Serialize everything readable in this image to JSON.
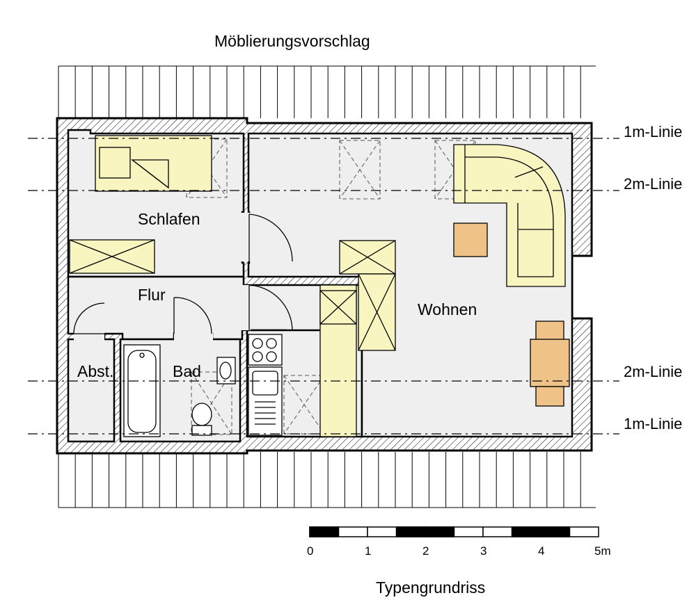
{
  "title": "Möblierungsvorschlag",
  "subtitle": "Typengrundriss",
  "rooms": {
    "schlafen": "Schlafen",
    "flur": "Flur",
    "wohnen": "Wohnen",
    "abst": "Abst.",
    "bad": "Bad"
  },
  "height_lines": {
    "top_1m": "1m-Linie",
    "top_2m": "2m-Linie",
    "bottom_2m": "2m-Linie",
    "bottom_1m": "1m-Linie"
  },
  "scale": {
    "ticks": [
      "0",
      "1",
      "2",
      "3",
      "4",
      "5m"
    ]
  },
  "colors": {
    "furniture_yellow": "#f8f5c0",
    "table_orange": "#efc287",
    "floor": "#efefef",
    "wall": "#000000"
  }
}
